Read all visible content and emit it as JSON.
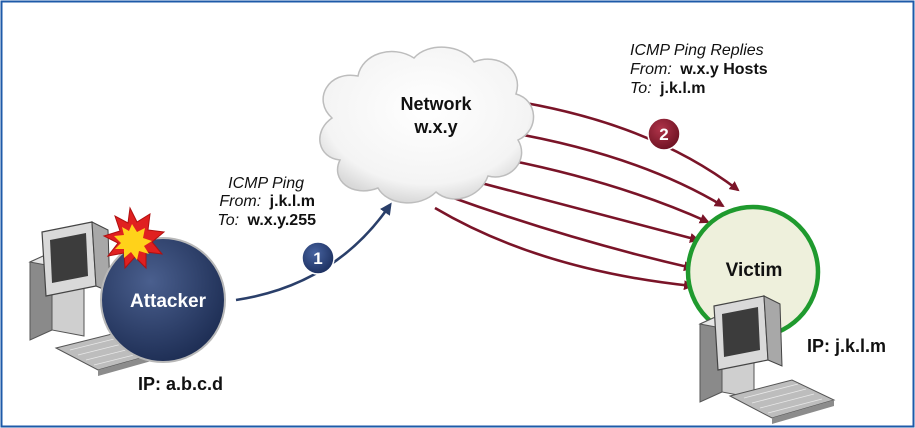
{
  "network": {
    "title": "Network",
    "subnet": "w.x.y"
  },
  "attacker": {
    "label": "Attacker",
    "ip_label": "IP: a.b.c.d"
  },
  "victim": {
    "label": "Victim",
    "ip_label": "IP: j.k.l.m"
  },
  "step1": {
    "number": "1",
    "title": "ICMP Ping",
    "from_prefix": "From:",
    "from_value": "j.k.l.m",
    "to_prefix": "To:",
    "to_value": "w.x.y.255"
  },
  "step2": {
    "number": "2",
    "title": "ICMP Ping Replies",
    "from_prefix": "From:",
    "from_value": "w.x.y Hosts",
    "to_prefix": "To:",
    "to_value": "j.k.l.m"
  },
  "colors": {
    "frame": "#1e5aa8",
    "attacker_circle": "#2a3f6a",
    "victim_fill": "#eef0dc",
    "victim_ring": "#1f9a2e",
    "request_arrow": "#2a3f6a",
    "reply_arrow": "#7a1428",
    "badge1": "#1f3566",
    "badge2": "#7a1428"
  }
}
